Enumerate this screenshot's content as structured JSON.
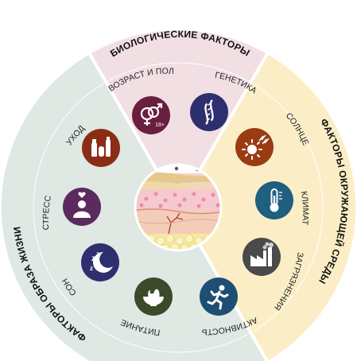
{
  "categories": {
    "biological": {
      "title": "БИОЛОГИЧЕСКИЕ ФАКТОРЫ",
      "color": "#f2dfe3"
    },
    "environmental": {
      "title": "ФАКТОРЫ ОКРУЖАЮЩЕЙ СРЕДЫ",
      "color": "#fbeec6"
    },
    "lifestyle": {
      "title": "ФАКТОРЫ ОБРАЗА ЖИЗНИ",
      "color": "#dfe8e3"
    }
  },
  "factors": {
    "age_sex": {
      "label": "ВОЗРАСТ И ПОЛ",
      "badge": "18+",
      "color": "#6b1f3f",
      "icon": "gender-symbols-icon"
    },
    "genetics": {
      "label": "ГЕНЕТИКА",
      "color": "#2d2f6e",
      "icon": "dna-icon"
    },
    "sun": {
      "label": "СОЛНЦЕ",
      "color": "#9a3b14",
      "icon": "sun-icon"
    },
    "climate": {
      "label": "КЛИМАТ",
      "color": "#1f5f80",
      "icon": "thermometer-icon"
    },
    "pollution": {
      "label": "ЗАГРЯЗНЕНИЯ",
      "color": "#4a4a4a",
      "icon": "factory-icon"
    },
    "activity": {
      "label": "АКТИВНОСТЬ",
      "color": "#1f4e73",
      "icon": "running-person-icon"
    },
    "nutrition": {
      "label": "ПИТАНИЕ",
      "color": "#3c4a2a",
      "icon": "salad-bowl-icon"
    },
    "sleep": {
      "label": "СОН",
      "color": "#2d2f6e",
      "icon": "moon-zzz-icon"
    },
    "stress": {
      "label": "СТРЕСС",
      "color": "#5b2a5e",
      "icon": "person-heart-icon"
    },
    "care": {
      "label": "УХОД",
      "color": "#8a2d14",
      "icon": "cosmetics-icon"
    }
  }
}
